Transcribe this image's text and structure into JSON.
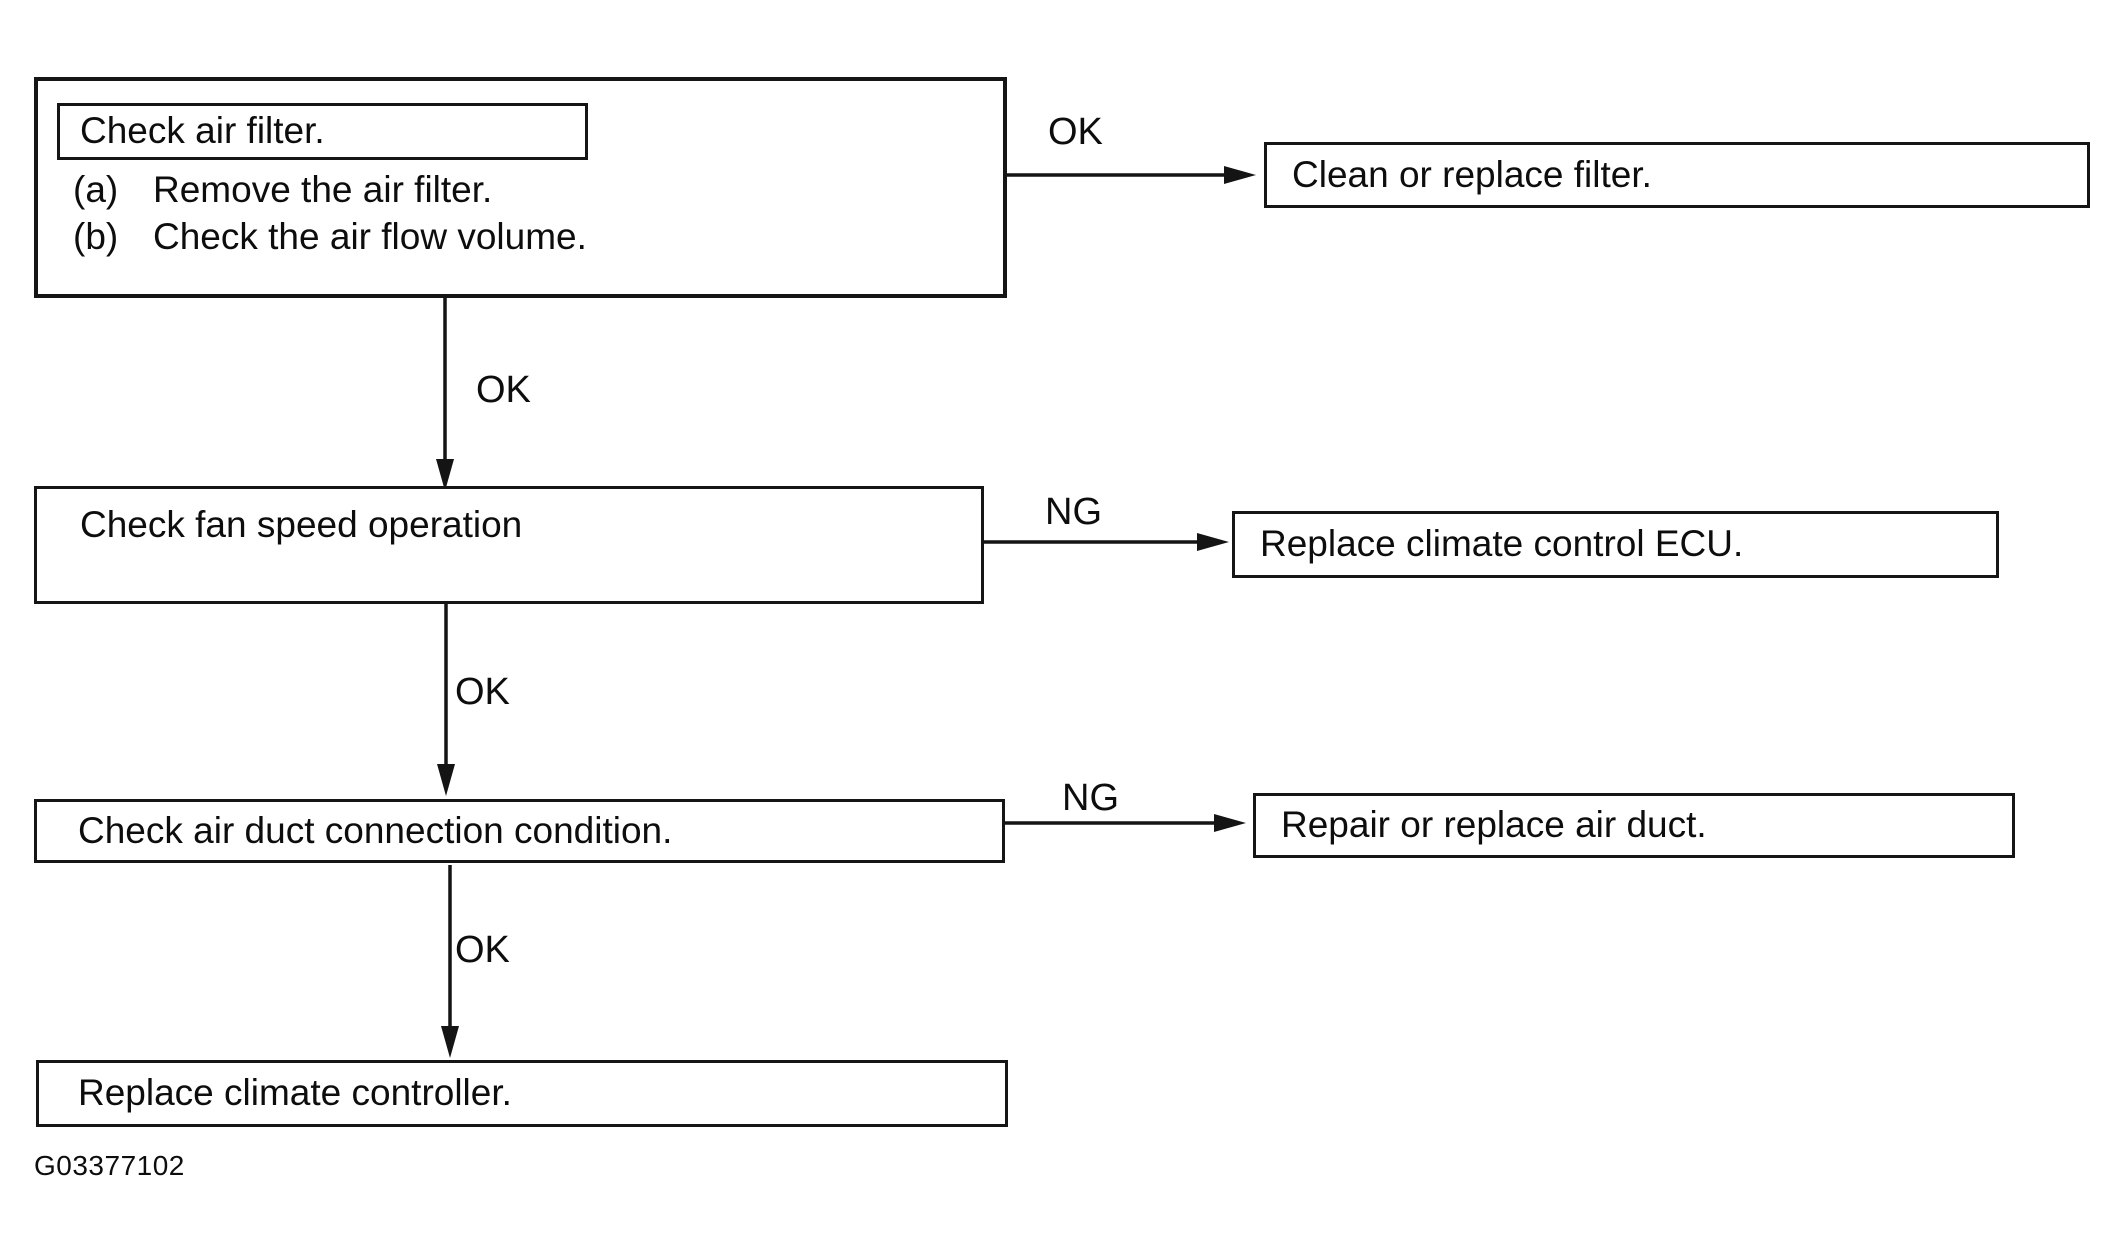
{
  "figure_id": "G03377102",
  "colors": {
    "ink": "#141414",
    "paper": "#ffffff"
  },
  "flowchart": {
    "nodes": {
      "check_air_filter": {
        "title": "Check air filter.",
        "steps": [
          {
            "marker": "(a)",
            "text": "Remove the air filter."
          },
          {
            "marker": "(b)",
            "text": "Check the air flow volume."
          }
        ]
      },
      "clean_or_replace_filter": {
        "text": "Clean or replace filter."
      },
      "check_fan_speed": {
        "text": "Check fan speed operation"
      },
      "replace_climate_control_ecu": {
        "text": "Replace climate control ECU."
      },
      "check_air_duct": {
        "text": "Check air duct connection condition."
      },
      "repair_or_replace_air_duct": {
        "text": "Repair or replace air duct."
      },
      "replace_climate_controller": {
        "text": "Replace climate controller."
      }
    },
    "edges": [
      {
        "from": "check_air_filter",
        "to": "clean_or_replace_filter",
        "label": "OK",
        "direction": "right"
      },
      {
        "from": "check_air_filter",
        "to": "check_fan_speed",
        "label": "OK",
        "direction": "down"
      },
      {
        "from": "check_fan_speed",
        "to": "replace_climate_control_ecu",
        "label": "NG",
        "direction": "right"
      },
      {
        "from": "check_fan_speed",
        "to": "check_air_duct",
        "label": "OK",
        "direction": "down"
      },
      {
        "from": "check_air_duct",
        "to": "repair_or_replace_air_duct",
        "label": "NG",
        "direction": "right"
      },
      {
        "from": "check_air_duct",
        "to": "replace_climate_controller",
        "label": "OK",
        "direction": "down"
      }
    ]
  }
}
